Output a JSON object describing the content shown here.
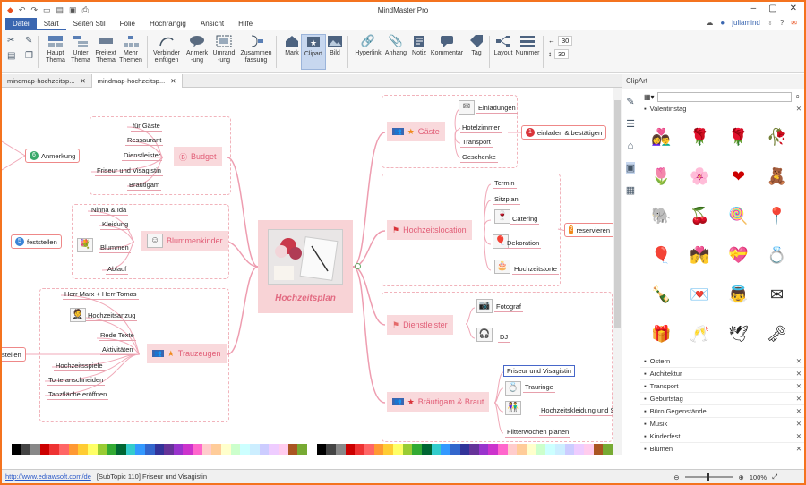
{
  "app": {
    "title": "MindMaster Pro"
  },
  "menu": {
    "file": "Datei",
    "items": [
      "Start",
      "Seiten Stil",
      "Folie",
      "Hochrangig",
      "Ansicht",
      "Hilfe"
    ]
  },
  "user": {
    "name": "juliamind"
  },
  "ribbon": {
    "buttons": [
      {
        "label": "Haupt\nThema",
        "icon": "main-topic-icon"
      },
      {
        "label": "Unter\nThema",
        "icon": "subtopic-icon"
      },
      {
        "label": "Freitext\nThema",
        "icon": "floating-topic-icon"
      },
      {
        "label": "Mehr\nThemen",
        "icon": "more-topics-icon"
      },
      {
        "label": "Verbinder\neinfügen",
        "icon": "connector-icon"
      },
      {
        "label": "Anmerk\n-ung",
        "icon": "callout-icon"
      },
      {
        "label": "Umrand\n-ung",
        "icon": "boundary-icon"
      },
      {
        "label": "Zusammen\nfassung",
        "icon": "summary-icon"
      },
      {
        "label": "Mark",
        "icon": "mark-icon"
      },
      {
        "label": "Clipart",
        "icon": "clipart-icon"
      },
      {
        "label": "Bild",
        "icon": "image-icon"
      },
      {
        "label": "Hyperlink",
        "icon": "hyperlink-icon"
      },
      {
        "label": "Anhang",
        "icon": "attachment-icon"
      },
      {
        "label": "Notiz",
        "icon": "note-icon"
      },
      {
        "label": "Kommentar",
        "icon": "comment-icon"
      },
      {
        "label": "Tag",
        "icon": "tag-icon"
      },
      {
        "label": "Layout",
        "icon": "layout-icon"
      },
      {
        "label": "Nummer",
        "icon": "numbering-icon"
      }
    ],
    "spacing1": "30",
    "spacing2": "30"
  },
  "tabs": [
    "mindmap-hochzeitsp...",
    "mindmap-hochzeitsp..."
  ],
  "map": {
    "central": "Hochzeitsplan",
    "topics": {
      "gaeste": "Gäste",
      "location": "Hochzeitslocation",
      "dienstleister": "Dienstleister",
      "braeutigam": "Bräutigam & Braut",
      "budget": "Budget",
      "blumenkinder": "Blummenkinder",
      "trauzeugen": "Trauzeugen"
    },
    "gaeste_subs": [
      "Einladungen",
      "Hotelzimmer",
      "Transport",
      "Geschenke"
    ],
    "location_subs": [
      "Termin",
      "Sitzplan",
      "Catering",
      "Dekoration",
      "Hochzeitstorte"
    ],
    "dienstleister_subs": [
      "Fotograf",
      "DJ"
    ],
    "braeutigam_subs": [
      "Friseur und Visagistin",
      "Trauringe",
      "Hochzeitskleidung und Sc",
      "Flitterwochen planen"
    ],
    "budget_subs": [
      "für Gäste",
      "Ressaurant",
      "Dienstleister",
      "Friseur und Visagistin",
      "Bräutigam"
    ],
    "blumen_subs": [
      "Ninna & Ida",
      "Kleidung",
      "Blummen",
      "Ablauf"
    ],
    "trauzeugen_subs": [
      "Herr Marx + Herr Tomas",
      "Hochzeitsanzug",
      "Rede Texte",
      "Aktivitäten",
      "Hochzeitsspiele",
      "Torte anschneiden",
      "Tanzfläche eröffnen"
    ],
    "callouts": {
      "c1": {
        "num": "1",
        "text": "einladen  & bestätigen",
        "color": "#d9343a"
      },
      "c2": {
        "num": "2",
        "text": "reservieren",
        "color": "#f28a1c"
      },
      "c5": {
        "num": "5",
        "text": "feststellen",
        "color": "#3a84d6"
      },
      "c6": {
        "num": "6",
        "text": "Anmerkung",
        "color": "#39a86a"
      },
      "left_cut": "stellen"
    }
  },
  "clipart": {
    "title": "ClipArt",
    "open_category": "Valentinstag",
    "categories": [
      "Ostern",
      "Architektur",
      "Transport",
      "Geburtstag",
      "Büro Gegenstände",
      "Musik",
      "Kinderfest",
      "Blumen"
    ]
  },
  "status": {
    "url": "http://www.edrawsoft.com/de",
    "info": "[SubTopic 110]  Friseur und Visagistin",
    "zoom": "100%"
  },
  "colors": {
    "accent": "#3a66b0",
    "branch": "#e26b82",
    "border": "#f4731f"
  }
}
